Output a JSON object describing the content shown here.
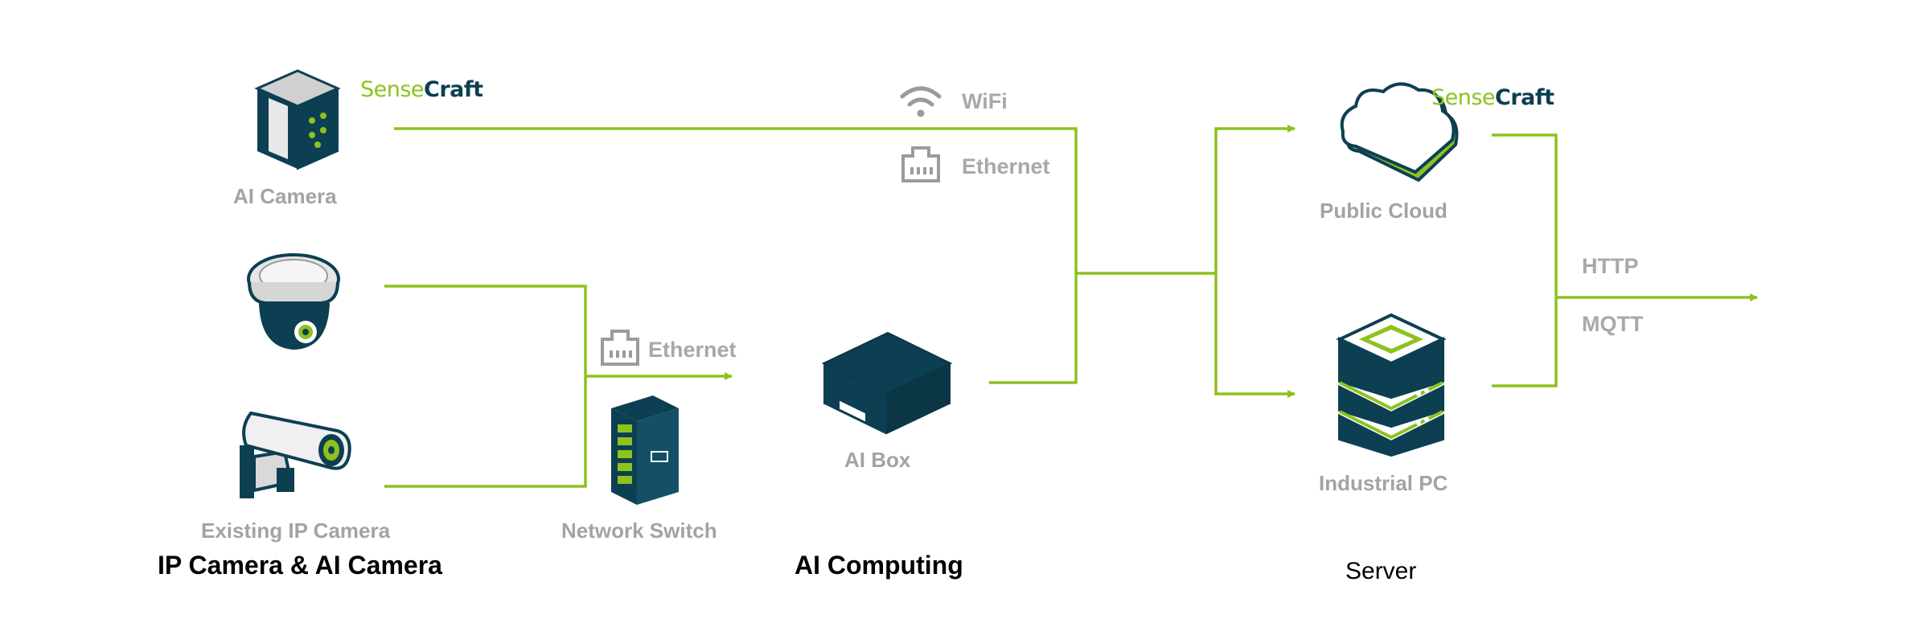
{
  "brand": {
    "part1": "Sense",
    "part2": "Craft"
  },
  "colors": {
    "accent": "#8dc21f",
    "dark": "#0d3f52",
    "label_grey": "#a3a3a3",
    "icon_grey": "#9b9b9b"
  },
  "devices": {
    "ai_camera": "AI Camera",
    "existing_ip_camera": "Existing IP Camera",
    "network_switch": "Network Switch",
    "ai_box": "AI Box",
    "public_cloud": "Public Cloud",
    "industrial_pc": "Industrial PC"
  },
  "connections": {
    "wifi": "WiFi",
    "ethernet_top": "Ethernet",
    "ethernet_switch": "Ethernet",
    "http": "HTTP",
    "mqtt": "MQTT"
  },
  "groups": {
    "cameras": "IP Camera & AI Camera",
    "computing": "AI Computing",
    "server": "Server"
  },
  "icons": [
    "ai-camera-icon",
    "dome-camera-icon",
    "bullet-camera-icon",
    "network-switch-icon",
    "ai-box-icon",
    "cloud-icon",
    "server-stack-icon",
    "wifi-icon",
    "ethernet-port-icon"
  ]
}
